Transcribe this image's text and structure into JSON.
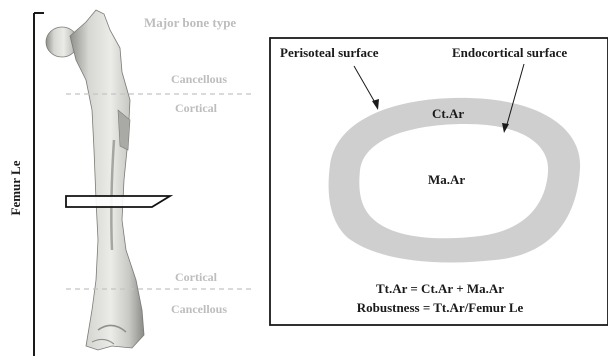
{
  "diagram": {
    "side_label": "Femur Le",
    "major_bone_type_label": "Major bone type",
    "upper_regions": {
      "top": "Cancellous",
      "bottom": "Cortical"
    },
    "lower_regions": {
      "top": "Cortical",
      "bottom": "Cancellous"
    },
    "cross_section": {
      "periosteal_label": "Perisoteal surface",
      "endocortical_label": "Endocortical surface",
      "cortical_area_label": "Ct.Ar",
      "marrow_area_label": "Ma.Ar",
      "formula_1": "Tt.Ar = Ct.Ar + Ma.Ar",
      "formula_2": "Robustness = Tt.Ar/Femur Le"
    }
  },
  "colors": {
    "bone_fill": "#d9d9d6",
    "bone_shadow": "#9a9a96",
    "cortex_ring": "#cfcfcf",
    "text_gray": "#bdbdbd",
    "text_dark": "#1a1a1a"
  }
}
